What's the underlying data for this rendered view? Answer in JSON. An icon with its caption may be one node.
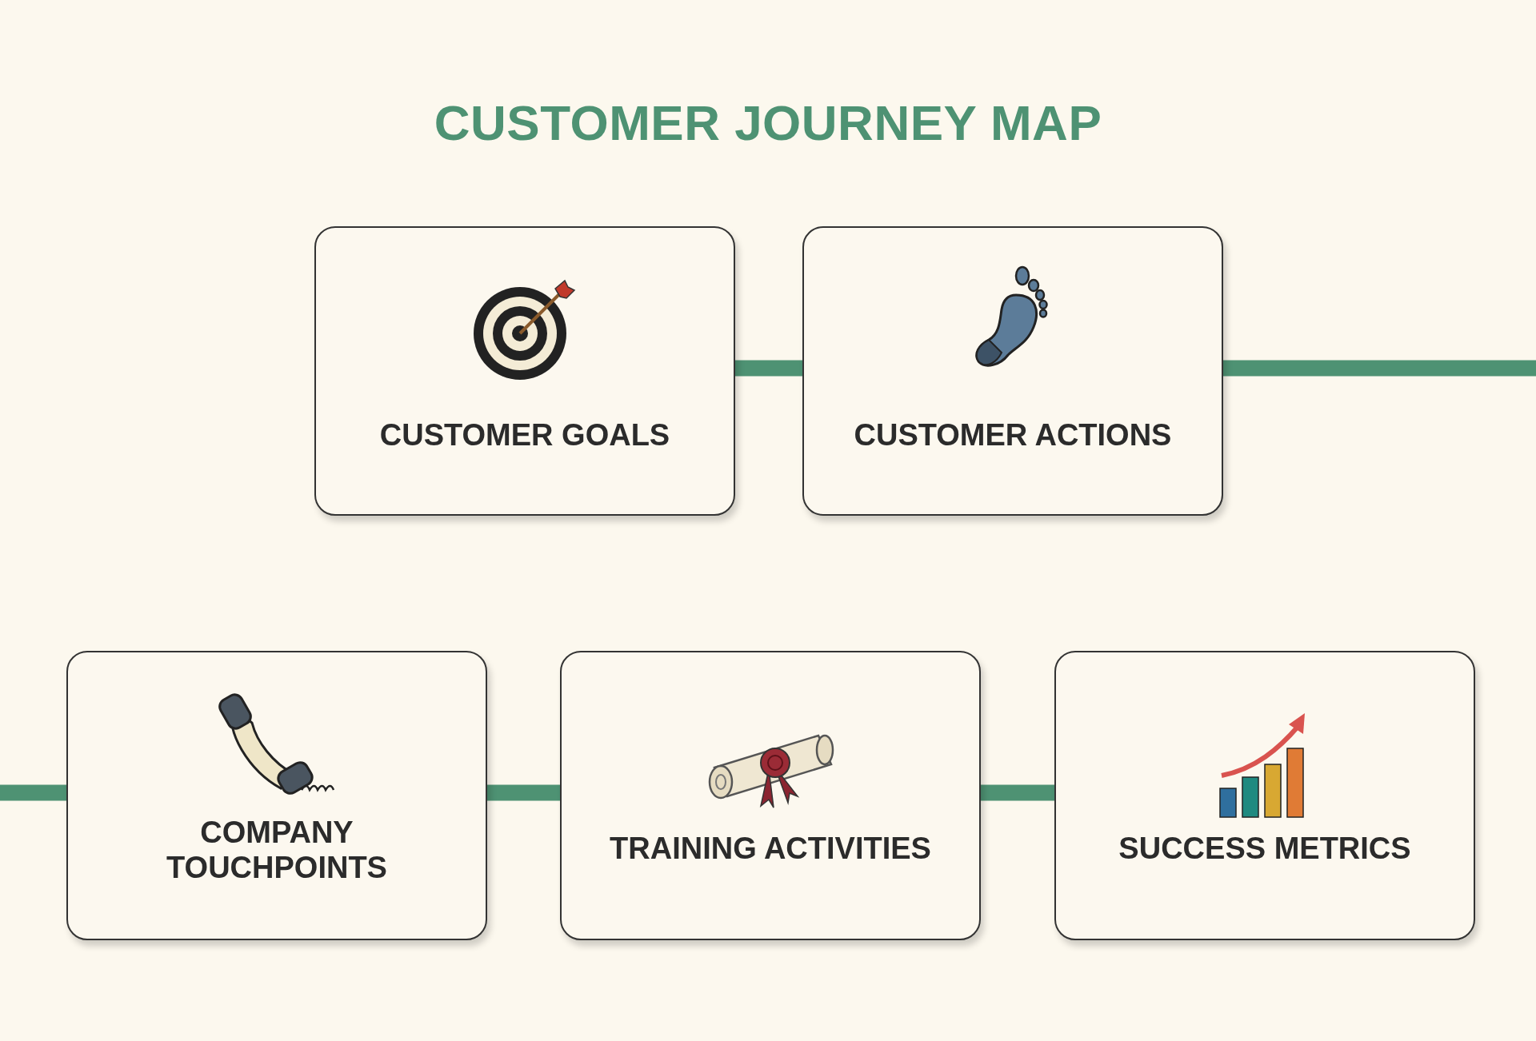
{
  "diagram": {
    "title": "CUSTOMER JOURNEY MAP",
    "nodes": [
      {
        "text": [
          "CUSTOMER GOALS"
        ]
      },
      {
        "text": [
          "CUSTOMER ACTIONS"
        ]
      },
      {
        "text": [
          "COMPANY TOUCHPOINTS"
        ]
      },
      {
        "text": [
          "TRAINING ACTIVITIES"
        ]
      },
      {
        "text": [
          "SUCCESS METRICS"
        ]
      }
    ],
    "edges": [
      {
        "from": 0,
        "to": 1,
        "arrow": "none"
      },
      {
        "from": 1,
        "to": null,
        "arrow": "none"
      },
      {
        "from": null,
        "to": 2,
        "arrow": "none"
      },
      {
        "from": 2,
        "to": 3,
        "arrow": "none"
      },
      {
        "from": 3,
        "to": 4,
        "arrow": "none"
      }
    ]
  }
}
